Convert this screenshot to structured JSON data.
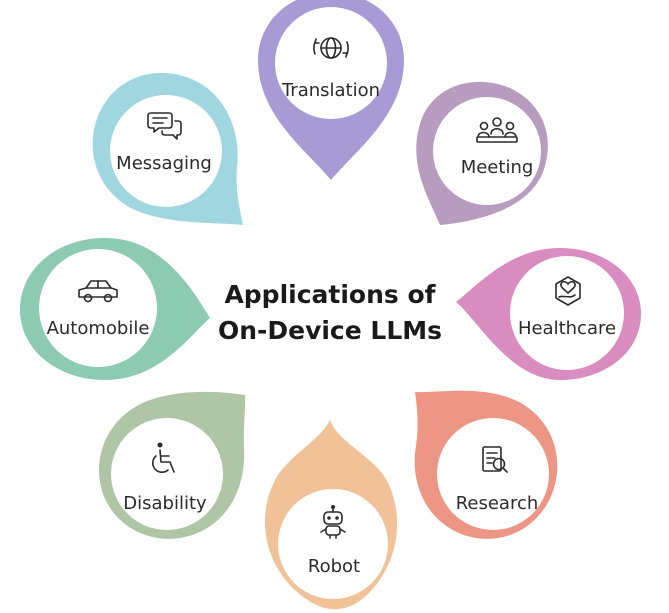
{
  "title": {
    "line1": "Applications of",
    "line2": "On-Device LLMs"
  },
  "nodes": [
    {
      "id": "translation",
      "label": "Translation",
      "icon": "globe-translate-icon",
      "color": "#a79bd6"
    },
    {
      "id": "meeting",
      "label": "Meeting",
      "icon": "meeting-group-icon",
      "color": "#b89cc0"
    },
    {
      "id": "healthcare",
      "label": "Healthcare",
      "icon": "heart-hand-icon",
      "color": "#d98cc0"
    },
    {
      "id": "research",
      "label": "Research",
      "icon": "document-search-icon",
      "color": "#ee9685"
    },
    {
      "id": "robot",
      "label": "Robot",
      "icon": "robot-icon",
      "color": "#f1c197"
    },
    {
      "id": "disability",
      "label": "Disability",
      "icon": "wheelchair-icon",
      "color": "#aec5a6"
    },
    {
      "id": "automobile",
      "label": "Automobile",
      "icon": "car-icon",
      "color": "#8ccbb1"
    },
    {
      "id": "messaging",
      "label": "Messaging",
      "icon": "chat-bubbles-icon",
      "color": "#9fd6e0"
    }
  ]
}
